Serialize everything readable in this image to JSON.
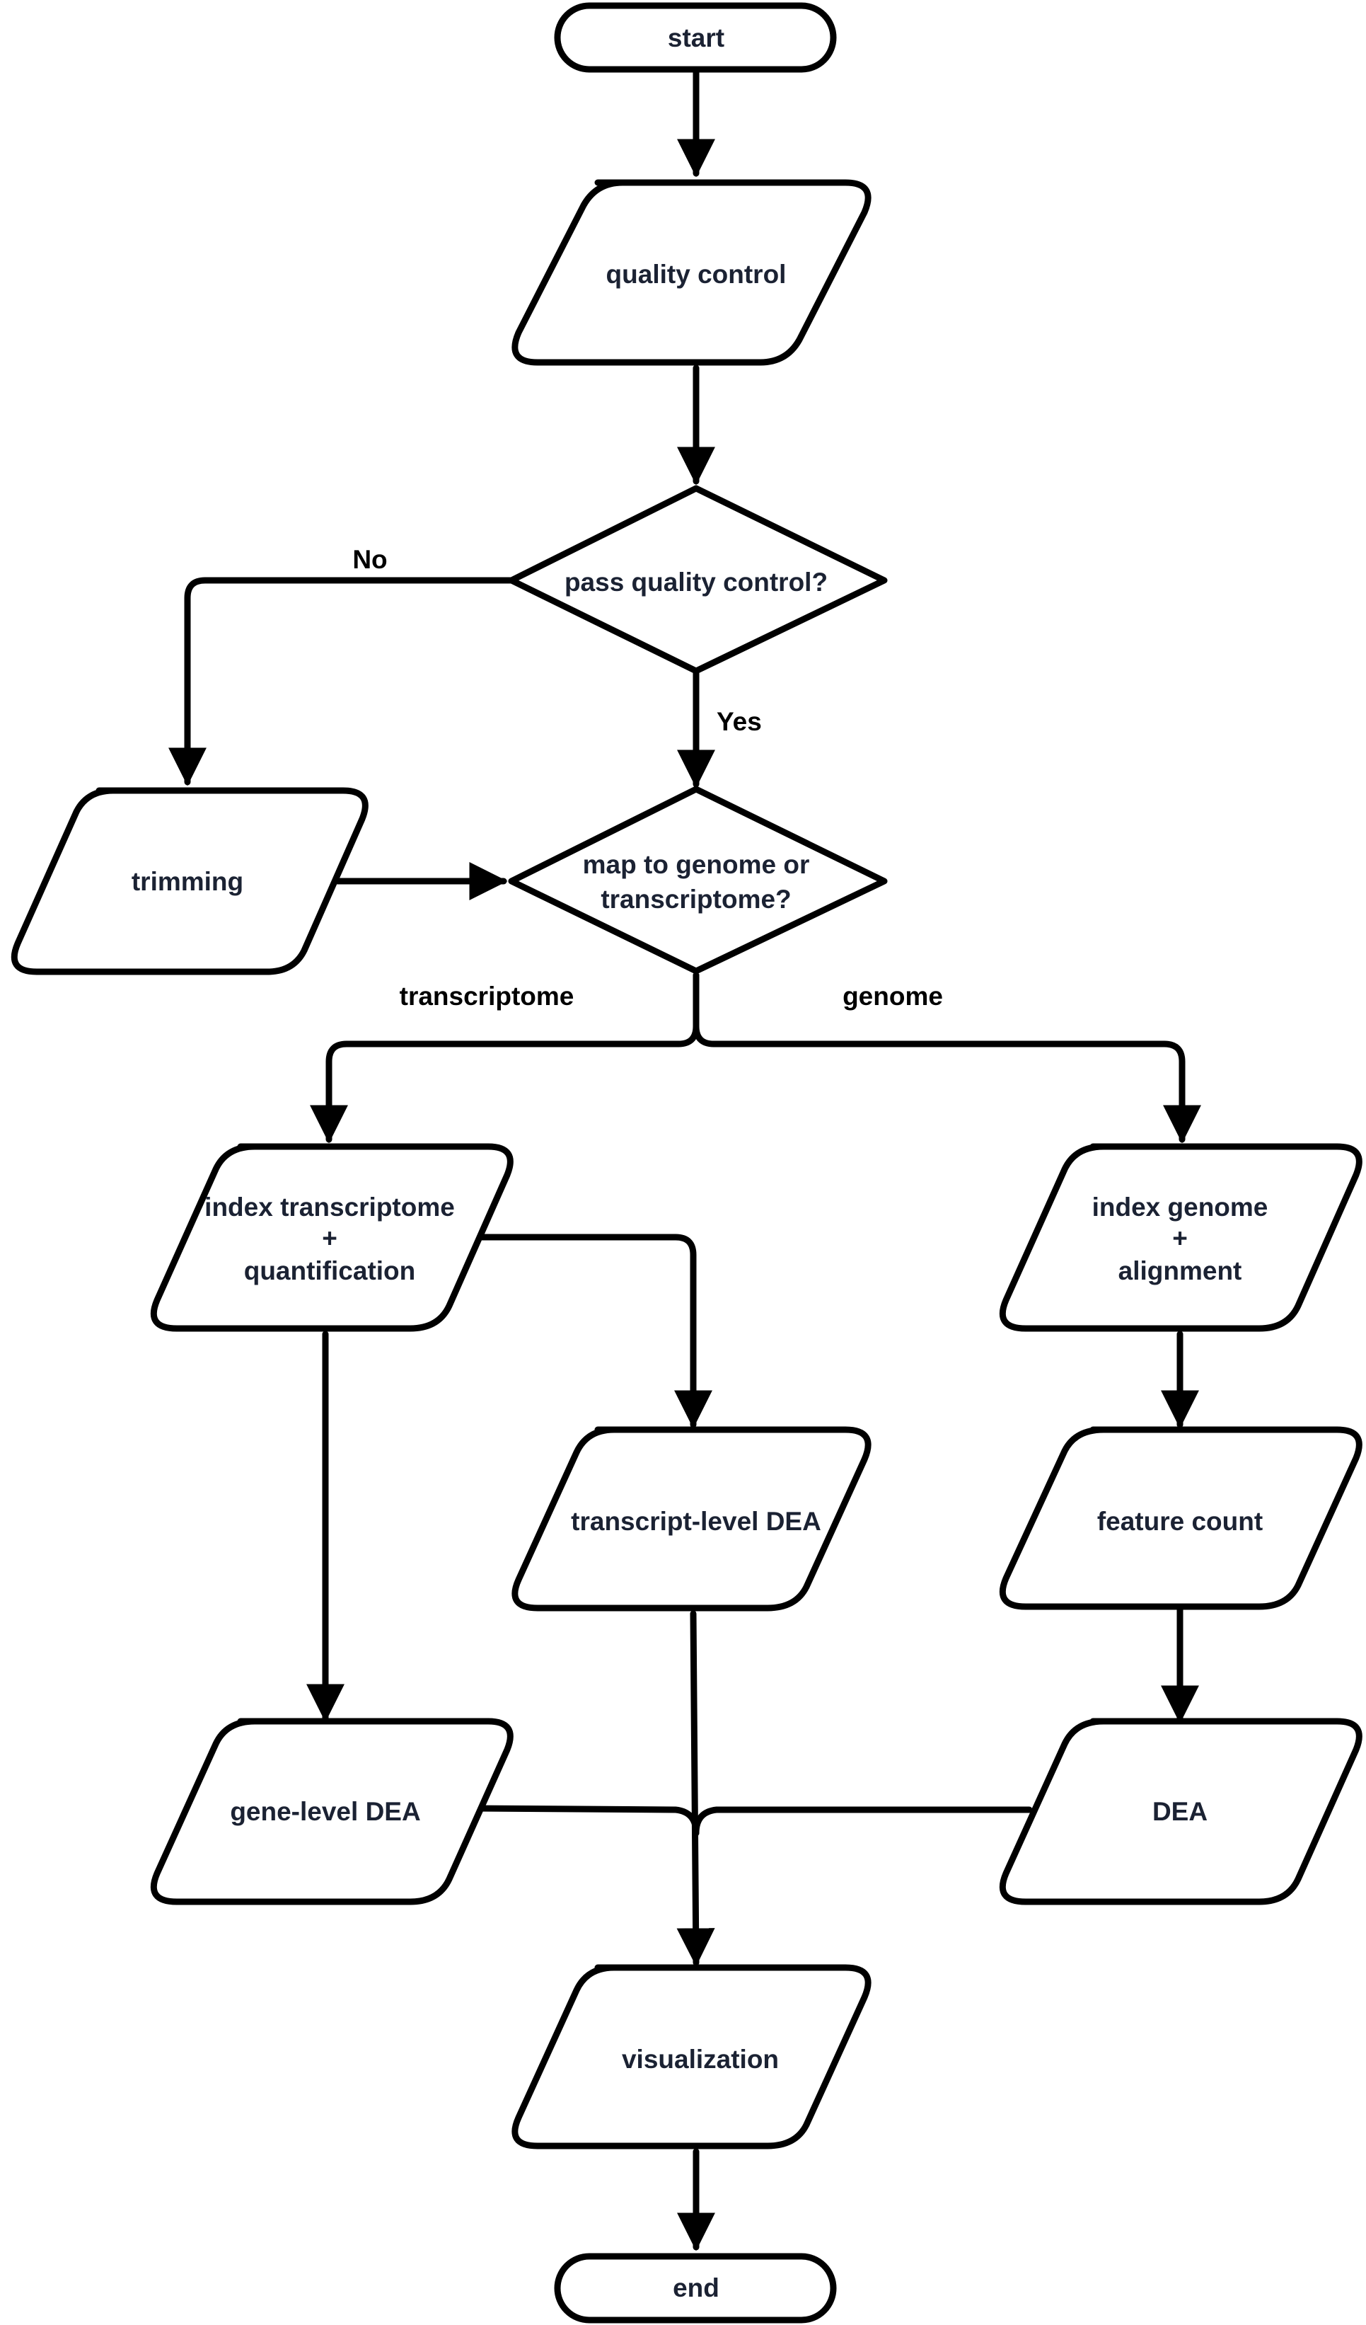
{
  "nodes": {
    "start": {
      "label": "start"
    },
    "quality_control": {
      "label": "quality control"
    },
    "pass_qc": {
      "label": "pass quality control?"
    },
    "trimming": {
      "label": "trimming"
    },
    "map_choice": {
      "line1": "map to genome or",
      "line2": "transcriptome?"
    },
    "index_transcriptome": {
      "line1": "index transcriptome",
      "line2": "+",
      "line3": "quantification"
    },
    "index_genome": {
      "line1": "index genome",
      "line2": "+",
      "line3": "alignment"
    },
    "transcript_dea": {
      "label": "transcript-level DEA"
    },
    "feature_count": {
      "label": "feature count"
    },
    "gene_dea": {
      "label": "gene-level DEA"
    },
    "dea": {
      "label": "DEA"
    },
    "visualization": {
      "label": "visualization"
    },
    "end": {
      "label": "end"
    }
  },
  "edge_labels": {
    "no": "No",
    "yes": "Yes",
    "transcriptome": "transcriptome",
    "genome": "genome"
  }
}
